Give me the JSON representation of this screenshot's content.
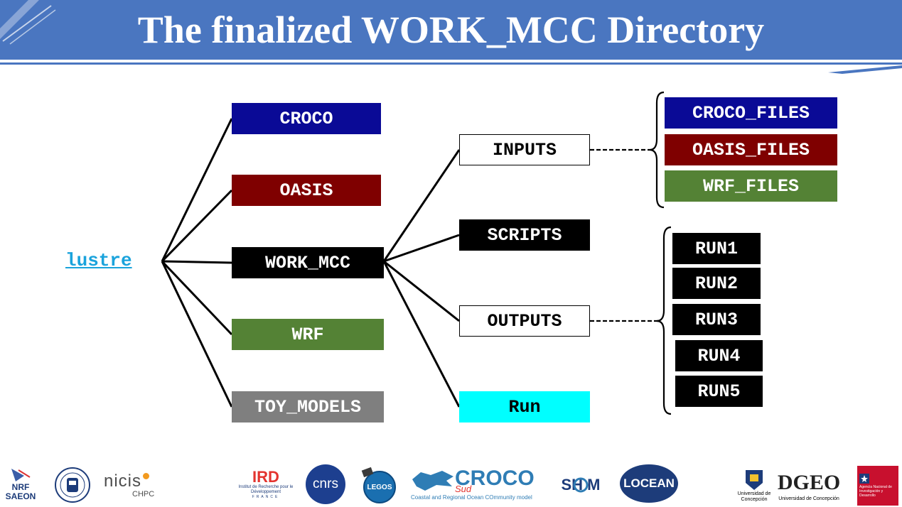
{
  "title": "The finalized WORK_MCC Directory",
  "root": "lustre",
  "level1": [
    {
      "label": "CROCO",
      "color": "#0a0a96"
    },
    {
      "label": "OASIS",
      "color": "#7f0000"
    },
    {
      "label": "WORK_MCC",
      "color": "#000000"
    },
    {
      "label": "WRF",
      "color": "#548235"
    },
    {
      "label": "TOY_MODELS",
      "color": "#7f7f7f"
    }
  ],
  "level2": [
    {
      "label": "INPUTS"
    },
    {
      "label": "SCRIPTS"
    },
    {
      "label": "OUTPUTS"
    },
    {
      "label": "Run"
    }
  ],
  "inputs_files": [
    {
      "label": "CROCO_FILES",
      "color": "#0a0a96"
    },
    {
      "label": "OASIS_FILES",
      "color": "#7f0000"
    },
    {
      "label": "WRF_FILES",
      "color": "#548235"
    }
  ],
  "runs": [
    "RUN1",
    "RUN2",
    "RUN3",
    "RUN4",
    "RUN5"
  ],
  "colors": {
    "header": "#4a76c0",
    "root_link": "#1aa3dc",
    "scripts_bg": "#000000",
    "run_bg": "#00ffff"
  },
  "footer": {
    "logos": [
      "NRF SAEON",
      "University of Cape Town",
      "nicis CHPC",
      "IRD",
      "cnrs",
      "LEGOS",
      "CROCO",
      "SHOM",
      "LOCEAN",
      "Universidad de Concepción",
      "DGEO",
      "Agencia Nacional de Investigación y Desarrollo"
    ],
    "nrf": "NRF",
    "saeon": "SAEON",
    "nicis": "nicis",
    "chpc": "CHPC",
    "ird": "IRD",
    "ird_sub": "Institut de Recherche pour le Développement",
    "ird_france": "FRANCE",
    "cnrs": "cnrs",
    "legos": "LEGOS",
    "croco": "CROCO",
    "croco_sud": "Sud",
    "croco_sub": "Coastal and Regional Ocean COmmunity model",
    "shom": "SH M",
    "locean": "LOCEAN",
    "udec": "Universidad de Concepción",
    "dgeo": "DGEO",
    "dgeo_sub": "Universidad de Concepción",
    "anid": "Agencia Nacional de Investigación y Desarrollo"
  }
}
